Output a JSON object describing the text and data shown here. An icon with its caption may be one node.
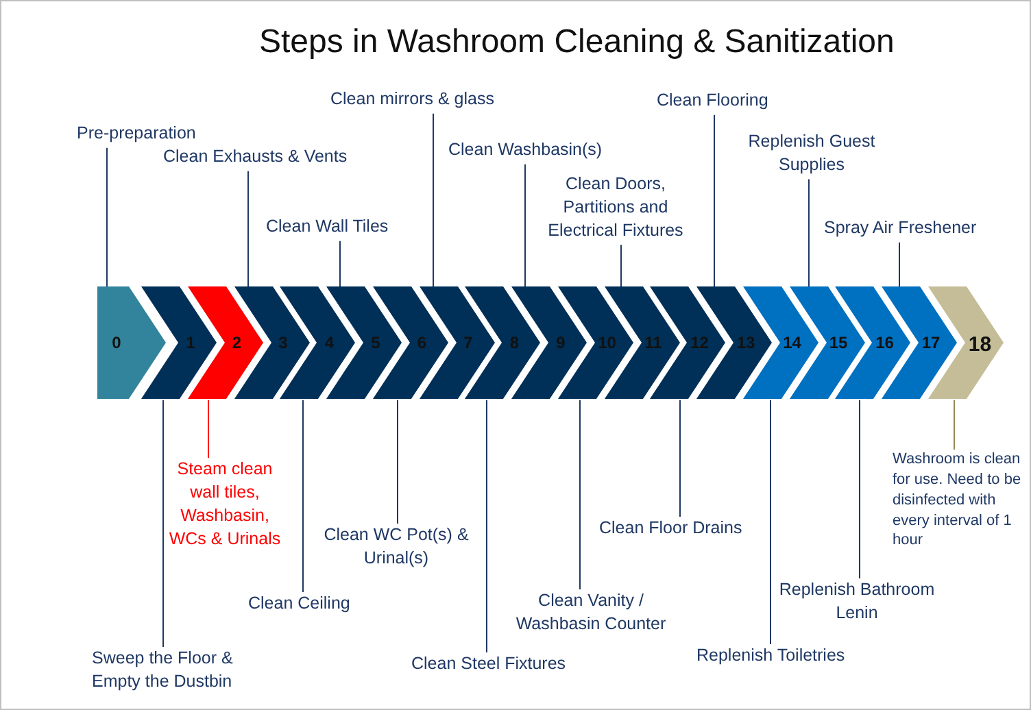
{
  "diagram": {
    "title": "Steps in Washroom Cleaning & Sanitization",
    "nodes": [
      {
        "text": [
          "0"
        ]
      },
      {
        "text": [
          "1"
        ]
      },
      {
        "text": [
          "2"
        ]
      },
      {
        "text": [
          "3"
        ]
      },
      {
        "text": [
          "4"
        ]
      },
      {
        "text": [
          "5"
        ]
      },
      {
        "text": [
          "6"
        ]
      },
      {
        "text": [
          "7"
        ]
      },
      {
        "text": [
          "8"
        ]
      },
      {
        "text": [
          "9"
        ]
      },
      {
        "text": [
          "10"
        ]
      },
      {
        "text": [
          "11"
        ]
      },
      {
        "text": [
          "12"
        ]
      },
      {
        "text": [
          "13"
        ]
      },
      {
        "text": [
          "14"
        ]
      },
      {
        "text": [
          "15"
        ]
      },
      {
        "text": [
          "16"
        ]
      },
      {
        "text": [
          "17"
        ]
      },
      {
        "text": [
          "18"
        ]
      },
      {
        "text": [
          "Pre-preparation"
        ]
      },
      {
        "text": [
          "Sweep the Floor & Empty the Dustbin"
        ]
      },
      {
        "text": [
          "Steam clean wall tiles, Washbasin, WCs & Urinals"
        ]
      },
      {
        "text": [
          "Clean Exhausts & Vents"
        ]
      },
      {
        "text": [
          "Clean Ceiling"
        ]
      },
      {
        "text": [
          "Clean Wall Tiles"
        ]
      },
      {
        "text": [
          "Clean WC Pot(s) & Urinal(s)"
        ]
      },
      {
        "text": [
          "Clean mirrors & glass"
        ]
      },
      {
        "text": [
          "Clean Steel Fixtures"
        ]
      },
      {
        "text": [
          "Clean Washbasin(s)"
        ]
      },
      {
        "text": [
          "Clean Vanity / Washbasin Counter"
        ]
      },
      {
        "text": [
          "Clean Doors, Partitions and Electrical Fixtures"
        ]
      },
      {
        "text": [
          "Clean Floor Drains"
        ]
      },
      {
        "text": [
          "Clean Flooring"
        ]
      },
      {
        "text": [
          "Replenish Toiletries"
        ]
      },
      {
        "text": [
          "Replenish Guest Supplies"
        ]
      },
      {
        "text": [
          "Replenish Bathroom Lenin"
        ]
      },
      {
        "text": [
          "Spray Air Freshener"
        ]
      },
      {
        "text": [
          "Washroom is clean for use. Need to be disinfected with every interval of 1 hour"
        ]
      }
    ],
    "edges": [
      {
        "from": 19,
        "to": 0,
        "arrow": "none"
      },
      {
        "from": 20,
        "to": 1,
        "arrow": "none"
      },
      {
        "from": 21,
        "to": 2,
        "arrow": "none",
        "color": "#ff0000"
      },
      {
        "from": 22,
        "to": 3,
        "arrow": "none"
      },
      {
        "from": 23,
        "to": 4,
        "arrow": "none"
      },
      {
        "from": 24,
        "to": 5,
        "arrow": "none"
      },
      {
        "from": 25,
        "to": 6,
        "arrow": "none"
      },
      {
        "from": 26,
        "to": 7,
        "arrow": "none"
      },
      {
        "from": 27,
        "to": 8,
        "arrow": "none"
      },
      {
        "from": 28,
        "to": 9,
        "arrow": "none"
      },
      {
        "from": 29,
        "to": 10,
        "arrow": "none"
      },
      {
        "from": 30,
        "to": 11,
        "arrow": "none"
      },
      {
        "from": 31,
        "to": 12,
        "arrow": "none"
      },
      {
        "from": 32,
        "to": 13,
        "arrow": "none"
      },
      {
        "from": 33,
        "to": 14,
        "arrow": "none"
      },
      {
        "from": 34,
        "to": 15,
        "arrow": "none"
      },
      {
        "from": 35,
        "to": 16,
        "arrow": "none"
      },
      {
        "from": 36,
        "to": 17,
        "arrow": "none"
      },
      {
        "from": 37,
        "to": 18,
        "arrow": "none",
        "color": "#948a54"
      }
    ]
  }
}
